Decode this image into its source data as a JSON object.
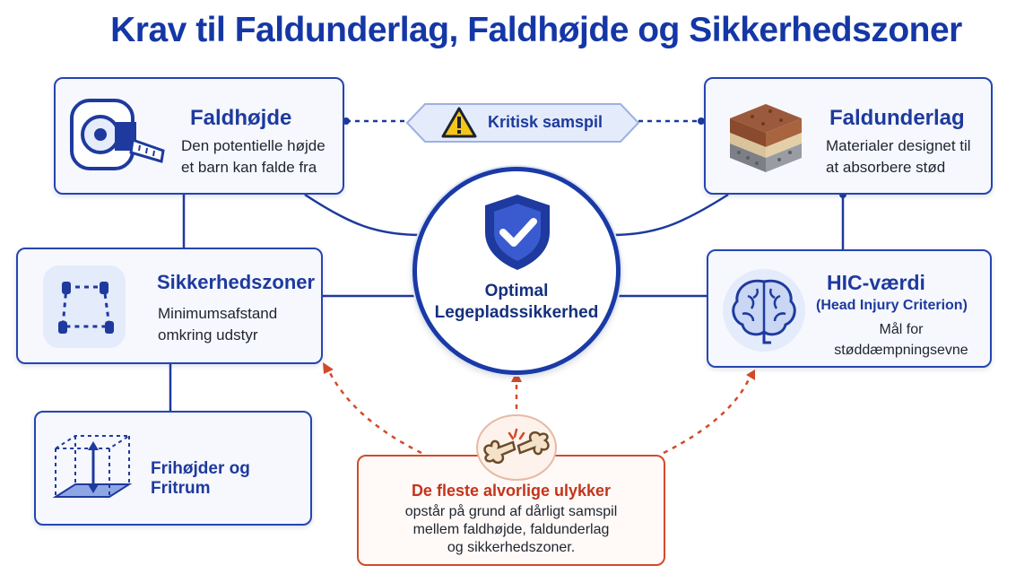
{
  "title": "Krav til Faldunderlag, Faldhøjde og Sikkerhedszoner",
  "center": {
    "label_line1": "Optimal",
    "label_line2": "Legepladssikkerhed",
    "icon": "shield-check-icon"
  },
  "kritisk": {
    "label": "Kritisk samspil",
    "icon": "warning-triangle-icon"
  },
  "cards": {
    "faldhojde": {
      "title": "Faldhøjde",
      "desc_line1": "Den potentielle højde",
      "desc_line2": "et barn kan falde fra",
      "icon": "tape-measure-icon"
    },
    "faldunderlag": {
      "title": "Faldunderlag",
      "desc_line1": "Materialer designet til",
      "desc_line2": "at absorbere stød",
      "icon": "surface-layers-icon"
    },
    "sikkerhedszoner": {
      "title": "Sikkerhedszoner",
      "desc_line1": "Minimumsafstand",
      "desc_line2": "omkring udstyr",
      "icon": "safety-zone-icon"
    },
    "hic": {
      "title": "HIC-værdi",
      "subtitle": "(Head Injury Criterion)",
      "desc_line1": "Mål for",
      "desc_line2": "støddæmpningsevne",
      "icon": "brain-icon"
    },
    "frihojder": {
      "title": "Frihøjder og Fritrum",
      "icon": "clearance-cube-icon"
    }
  },
  "warning": {
    "title": "De fleste alvorlige ulykker",
    "body_line1": "opstår på grund af dårligt samspil",
    "body_line2": "mellem faldhøjde, faldunderlag",
    "body_line3": "og sikkerhedszoner.",
    "icon": "broken-bone-icon"
  },
  "colors": {
    "primary": "#1e3a9e",
    "warning": "#d24a2a",
    "card_bg": "#f6f8fd"
  }
}
